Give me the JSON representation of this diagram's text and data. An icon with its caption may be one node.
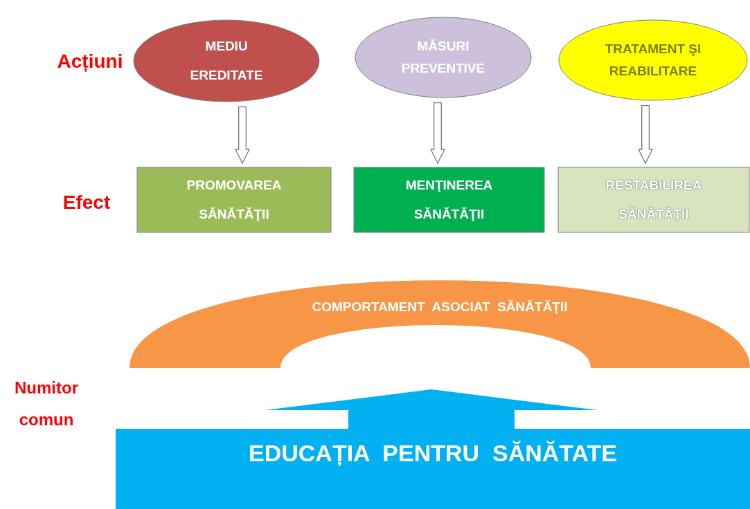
{
  "diagram": {
    "nodes": [
      {
        "text": [
          "MEDIU EREDITATE"
        ]
      },
      {
        "text": [
          "MĂSURI PREVENTIVE"
        ]
      },
      {
        "text": [
          "TRATAMENT ŞI REABILITARE"
        ]
      },
      {
        "text": [
          "PROMOVAREA SĂNĂTĂŢII"
        ]
      },
      {
        "text": [
          "MENŢINEREA SĂNĂTĂŢII"
        ]
      },
      {
        "text": [
          "RESTABILIREA SĂNĂTĂŢII"
        ]
      },
      {
        "text": [
          "COMPORTAMENT  ASOCIAT  SĂNĂTĂŢII"
        ]
      },
      {
        "text": [
          "EDUCAȚIA  PENTRU  SĂNĂTATE"
        ]
      }
    ],
    "edges": [
      {
        "from": 0,
        "to": 3,
        "arrow": "to"
      },
      {
        "from": 1,
        "to": 4,
        "arrow": "to"
      },
      {
        "from": 2,
        "to": 5,
        "arrow": "to"
      }
    ],
    "labels": [
      "Acțiuni",
      "Efect",
      "Numitor comun"
    ]
  }
}
